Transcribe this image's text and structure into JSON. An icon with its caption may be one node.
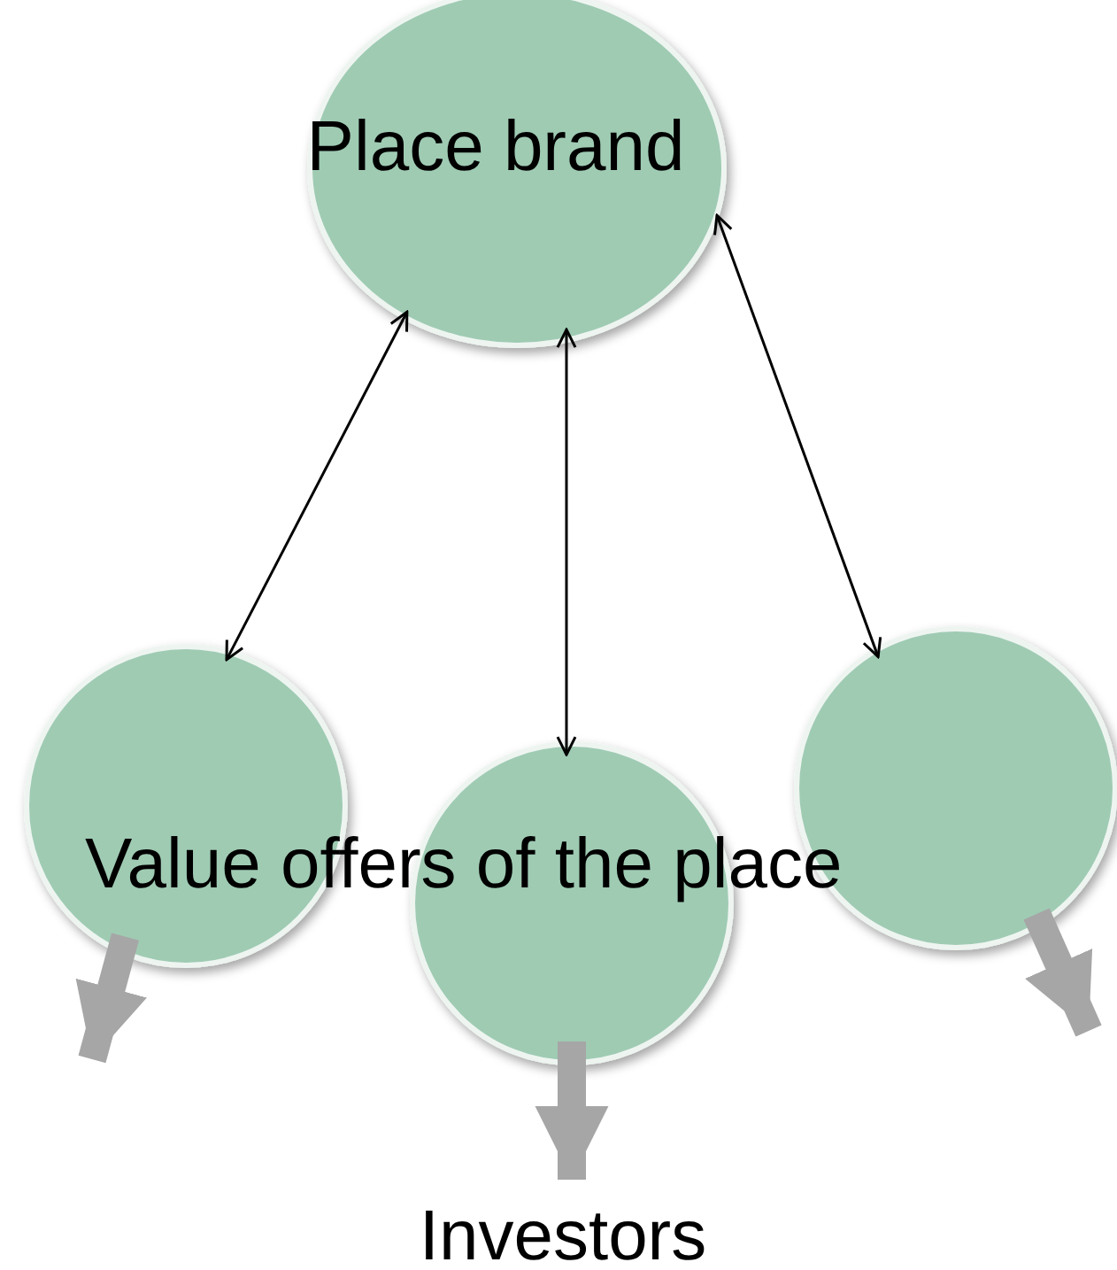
{
  "diagram": {
    "nodes": [
      {
        "text": [
          "Place brand"
        ]
      },
      {
        "text": [],
        "shape": "circle"
      },
      {
        "text": [],
        "shape": "circle"
      },
      {
        "text": [],
        "shape": "circle"
      },
      {
        "text": [
          "Investors"
        ]
      }
    ],
    "edges": [
      {
        "from": 0,
        "to": 1,
        "arrow": "both"
      },
      {
        "from": 0,
        "to": 2,
        "arrow": "both"
      },
      {
        "from": 0,
        "to": 3,
        "arrow": "both"
      },
      {
        "from": 1,
        "to": null,
        "arrow": "to",
        "style": "thick",
        "color": "#a6a6a6"
      },
      {
        "from": 2,
        "to": 4,
        "arrow": "to",
        "style": "thick",
        "color": "#a6a6a6"
      },
      {
        "from": 3,
        "to": null,
        "arrow": "to",
        "style": "thick",
        "color": "#a6a6a6"
      }
    ],
    "labels": [
      "Value offers of the place"
    ]
  }
}
